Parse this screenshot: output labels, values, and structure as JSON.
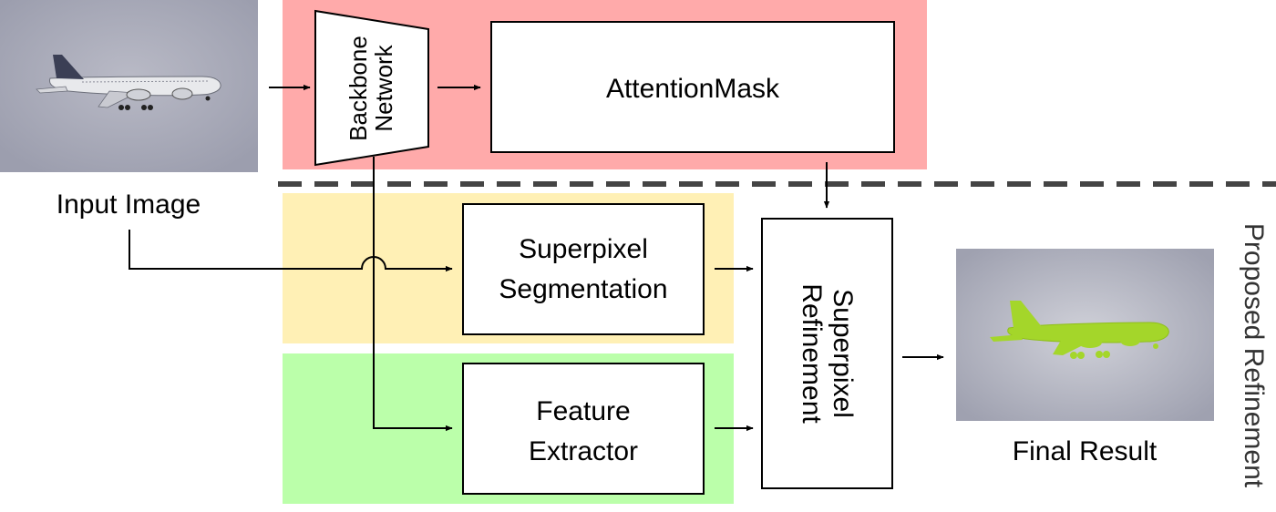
{
  "diagram": {
    "backbone": {
      "line1": "Backbone",
      "line2": "Network"
    },
    "attention_mask": "AttentionMask",
    "input_label": "Input Image",
    "superpixel_segmentation": {
      "line1": "Superpixel",
      "line2": "Segmentation"
    },
    "feature_extractor": {
      "line1": "Feature",
      "line2": "Extractor"
    },
    "superpixel_refinement": {
      "line1": "Superpixel",
      "line2": "Refinement"
    },
    "final_label": "Final Result",
    "side_label": "Proposed Refinement"
  },
  "colors": {
    "backbone_region": "#ffaaaa",
    "segmentation_region": "#fff0b5",
    "feature_region": "#bbffaa",
    "airplane_mask": "#a4d62a",
    "photo_background": "#a9abb8"
  },
  "icons": {
    "input_photo": "airplane-photo",
    "result_photo": "airplane-mask-photo"
  }
}
